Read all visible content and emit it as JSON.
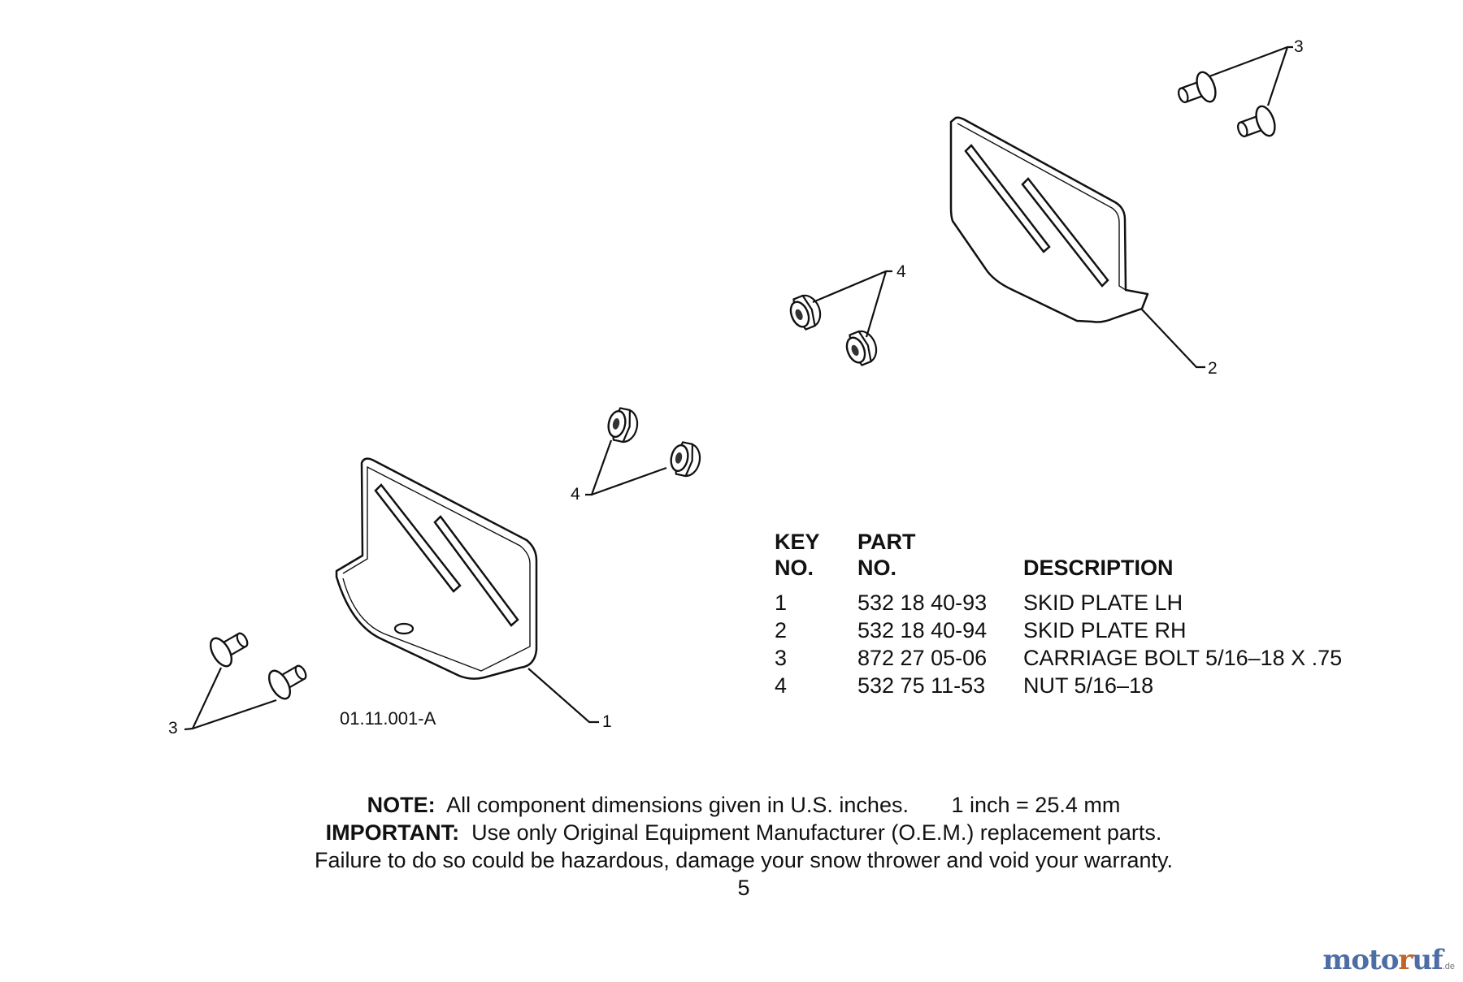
{
  "diagram": {
    "drawing_id": "01.11.001-A",
    "callouts": {
      "plate_lh": "1",
      "plate_rh": "2",
      "bolts_upper": "3",
      "bolts_lower": "3",
      "nuts_upper": "4",
      "nuts_lower": "4"
    },
    "icons": [
      "skid-plate-icon",
      "carriage-bolt-icon",
      "hex-nut-icon"
    ]
  },
  "parts_table": {
    "headers": {
      "key_line1": "KEY",
      "key_line2": "NO.",
      "part_line1": "PART",
      "part_line2": "NO.",
      "description": "DESCRIPTION"
    },
    "rows": [
      {
        "key": "1",
        "part": "532 18 40-93",
        "description": "SKID PLATE LH"
      },
      {
        "key": "2",
        "part": "532 18 40-94",
        "description": "SKID PLATE RH"
      },
      {
        "key": "3",
        "part": "872 27 05-06",
        "description": "CARRIAGE BOLT 5/16–18 X .75"
      },
      {
        "key": "4",
        "part": "532 75 11-53",
        "description": "NUT 5/16–18"
      }
    ]
  },
  "notes": {
    "note_label": "NOTE:",
    "note_text": "All component dimensions given in U.S. inches.",
    "conversion": "1 inch = 25.4 mm",
    "important_label": "IMPORTANT:",
    "important_text": "Use only Original Equipment Manufacturer (O.E.M.) replacement parts.",
    "warning_text": "Failure to do so could be hazardous, damage your snow thrower and void your warranty.",
    "page_number": "5"
  },
  "watermark": {
    "part1": "moto",
    "part2": "r",
    "part3": "uf",
    "suffix": ".de"
  }
}
